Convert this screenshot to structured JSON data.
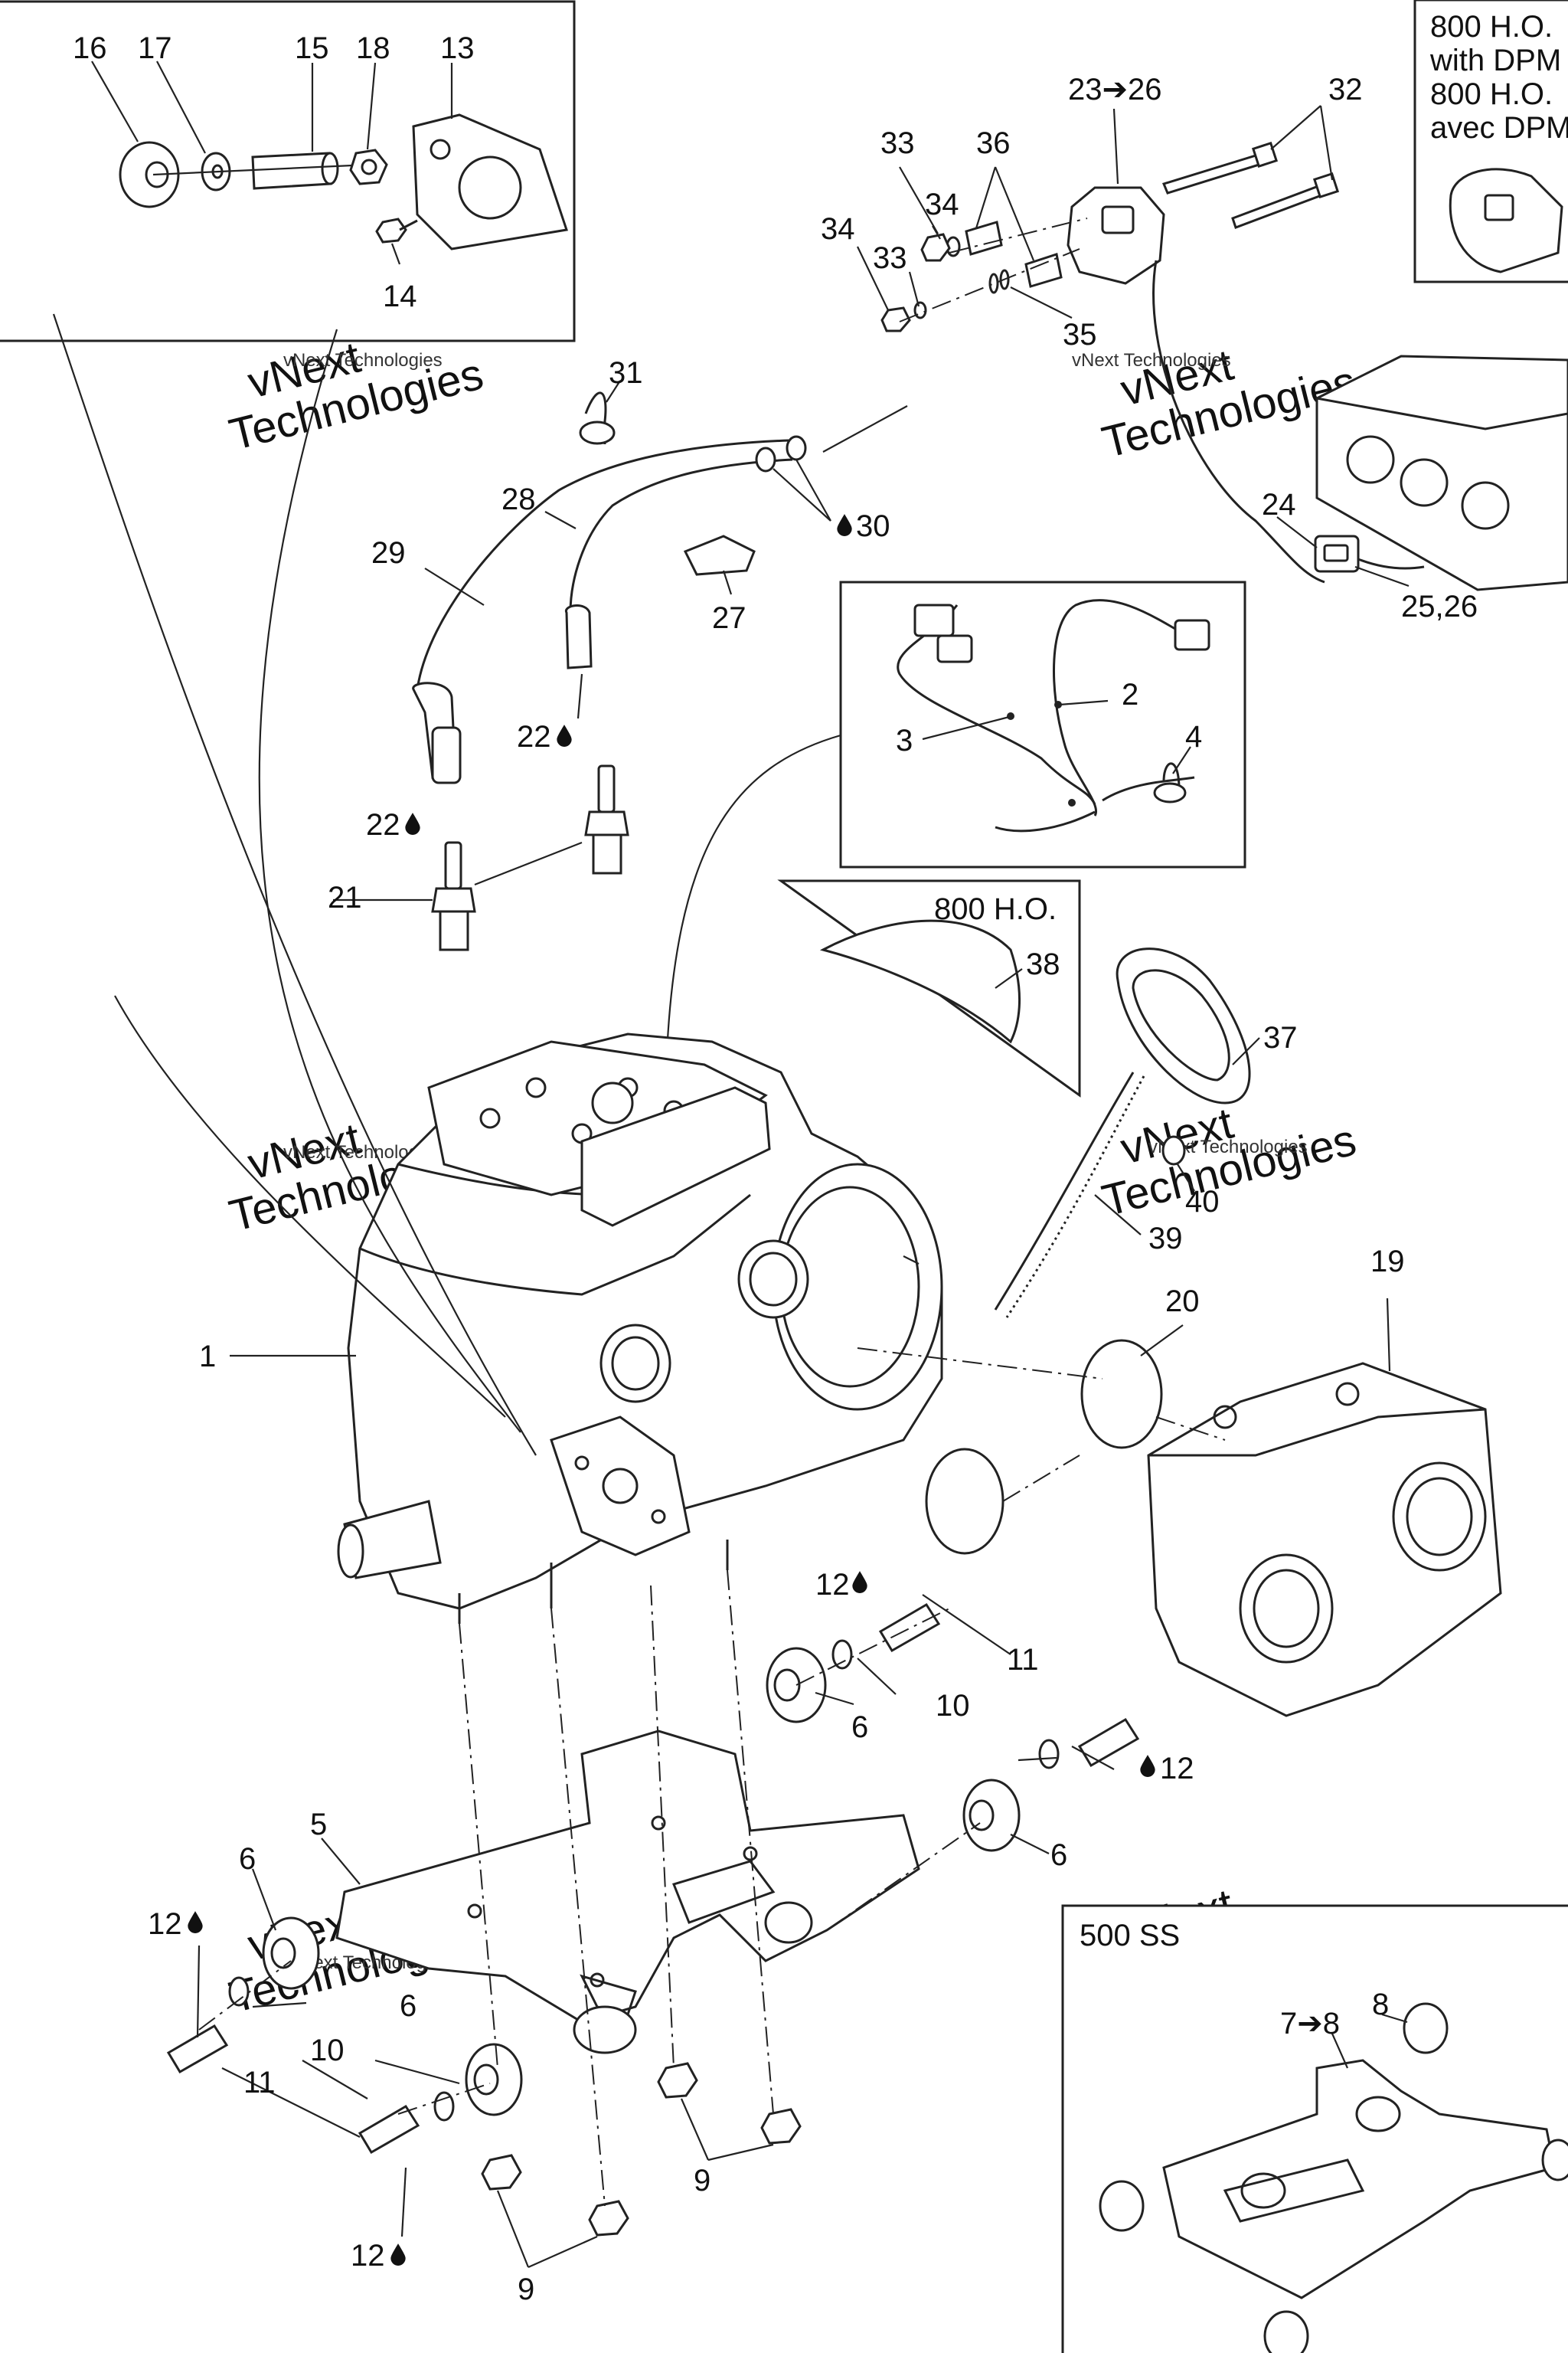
{
  "title_box": {
    "lines": [
      "800 H.O.",
      "with DPM",
      "800 H.O.",
      "avec DPM"
    ]
  },
  "inset_labels": {
    "ho_800": "800 H.O.",
    "ss_500": "500 SS"
  },
  "watermark": {
    "line1": "vNext",
    "line2": "Technologies",
    "small": "vNext Technologies"
  },
  "drop_symbol": "drop-icon",
  "callouts": [
    {
      "id": "c16",
      "text": "16"
    },
    {
      "id": "c17",
      "text": "17"
    },
    {
      "id": "c15",
      "text": "15"
    },
    {
      "id": "c18",
      "text": "18"
    },
    {
      "id": "c13",
      "text": "13"
    },
    {
      "id": "c14",
      "text": "14"
    },
    {
      "id": "c23",
      "text": "23➔26"
    },
    {
      "id": "c32",
      "text": "32"
    },
    {
      "id": "c33a",
      "text": "33"
    },
    {
      "id": "c36",
      "text": "36"
    },
    {
      "id": "c34a",
      "text": "34"
    },
    {
      "id": "c34b",
      "text": "34"
    },
    {
      "id": "c33b",
      "text": "33"
    },
    {
      "id": "c35",
      "text": "35"
    },
    {
      "id": "c31",
      "text": "31"
    },
    {
      "id": "c28",
      "text": "28"
    },
    {
      "id": "c29",
      "text": "29"
    },
    {
      "id": "c30",
      "text": "30"
    },
    {
      "id": "c27",
      "text": "27"
    },
    {
      "id": "c24",
      "text": "24"
    },
    {
      "id": "c2526",
      "text": "25,26"
    },
    {
      "id": "c2",
      "text": "2"
    },
    {
      "id": "c3",
      "text": "3"
    },
    {
      "id": "c4",
      "text": "4"
    },
    {
      "id": "c22a",
      "text": "22"
    },
    {
      "id": "c22b",
      "text": "22"
    },
    {
      "id": "c21",
      "text": "21"
    },
    {
      "id": "c38",
      "text": "38"
    },
    {
      "id": "c37",
      "text": "37"
    },
    {
      "id": "c40",
      "text": "40"
    },
    {
      "id": "c39",
      "text": "39"
    },
    {
      "id": "c19",
      "text": "19"
    },
    {
      "id": "c20",
      "text": "20"
    },
    {
      "id": "c1",
      "text": "1"
    },
    {
      "id": "c12a",
      "text": "12"
    },
    {
      "id": "c11a",
      "text": "11"
    },
    {
      "id": "c6a",
      "text": "6"
    },
    {
      "id": "c10a",
      "text": "10"
    },
    {
      "id": "c12b",
      "text": "12"
    },
    {
      "id": "c6b",
      "text": "6"
    },
    {
      "id": "c5",
      "text": "5"
    },
    {
      "id": "c6c",
      "text": "6"
    },
    {
      "id": "c12c",
      "text": "12"
    },
    {
      "id": "c10b",
      "text": "10"
    },
    {
      "id": "c6d",
      "text": "6"
    },
    {
      "id": "c11b",
      "text": "11"
    },
    {
      "id": "c9a",
      "text": "9"
    },
    {
      "id": "c12d",
      "text": "12"
    },
    {
      "id": "c9b",
      "text": "9"
    },
    {
      "id": "c8",
      "text": "8"
    },
    {
      "id": "c78",
      "text": "7➔8"
    }
  ]
}
